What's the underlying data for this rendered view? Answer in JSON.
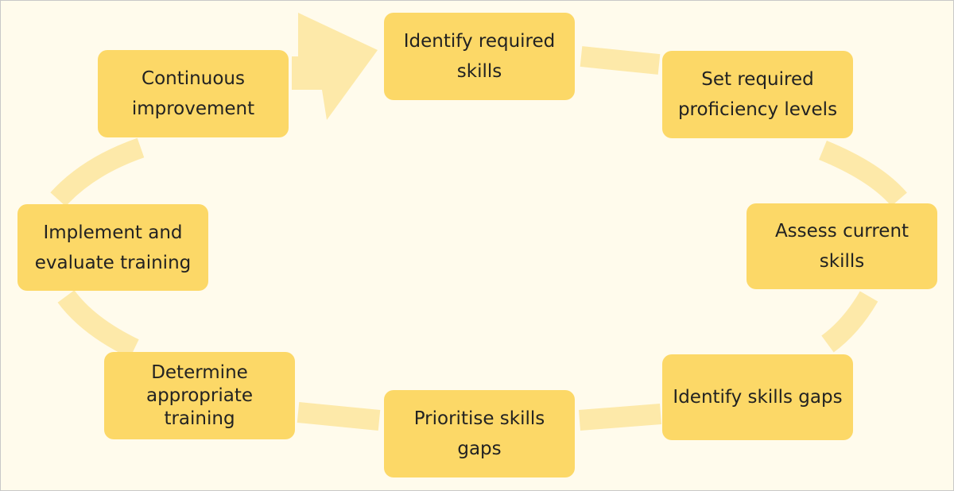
{
  "colors": {
    "background": "#fffbec",
    "node_fill": "#fcd867",
    "arrow_fill": "#fde9a9",
    "text": "#222222"
  },
  "cycle": {
    "steps": [
      {
        "id": "identify-required-skills",
        "label": "Identify required skills"
      },
      {
        "id": "set-required-proficiency-levels",
        "label": "Set required proficiency levels"
      },
      {
        "id": "assess-current-skills",
        "label": "Assess current skills"
      },
      {
        "id": "identify-skills-gaps",
        "label": "Identify skills gaps"
      },
      {
        "id": "prioritise-skills-gaps",
        "label": "Prioritise skills gaps"
      },
      {
        "id": "determine-appropriate-training",
        "label": "Determine appropriate training"
      },
      {
        "id": "implement-and-evaluate-training",
        "label": "Implement and evaluate training"
      },
      {
        "id": "continuous-improvement",
        "label": "Continuous improvement"
      }
    ]
  }
}
